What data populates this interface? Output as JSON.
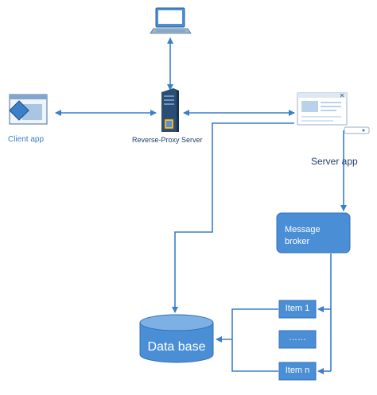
{
  "nodes": {
    "client_app": "Client app",
    "reverse_proxy": "Reverse-Proxy Server",
    "server_app": "Server app",
    "message_broker": "Message broker",
    "item_1": "Item 1",
    "item_ellipsis": "……",
    "item_n": "Item n",
    "database": "Data base"
  },
  "icons": {
    "desktop": "desktop-computer-icon",
    "client": "client-app-window-icon",
    "server": "server-tower-icon",
    "server_app": "server-app-window-icon"
  },
  "colors": {
    "line": "#3a7fc8",
    "box_fill": "#4a8fd6",
    "box_stroke": "#3170b5",
    "label_dark": "#1f3f66"
  }
}
